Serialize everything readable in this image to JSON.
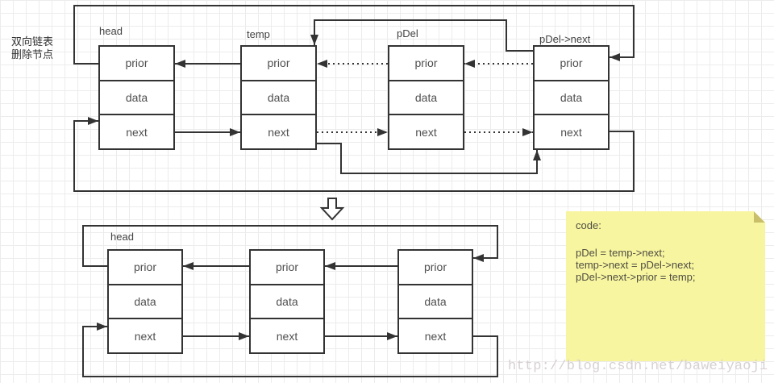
{
  "diagram_title": {
    "line1": "双向链表",
    "line2": "删除节点"
  },
  "top_diagram": {
    "nodes": [
      {
        "label": "head",
        "fields": [
          "prior",
          "data",
          "next"
        ]
      },
      {
        "label": "temp",
        "fields": [
          "prior",
          "data",
          "next"
        ]
      },
      {
        "label": "pDel",
        "fields": [
          "prior",
          "data",
          "next"
        ]
      },
      {
        "label": "pDel->next",
        "fields": [
          "prior",
          "data",
          "next"
        ]
      }
    ],
    "edge_styles": {
      "old_pointer": "dotted",
      "new_pointer": "solid"
    }
  },
  "bottom_diagram": {
    "nodes": [
      {
        "label": "head",
        "fields": [
          "prior",
          "data",
          "next"
        ]
      },
      {
        "label": "",
        "fields": [
          "prior",
          "data",
          "next"
        ]
      },
      {
        "label": "",
        "fields": [
          "prior",
          "data",
          "next"
        ]
      }
    ]
  },
  "note": {
    "title": "code:",
    "code_lines": [
      "pDel = temp->next;",
      "temp->next = pDel->next;",
      "pDel->next->prior = temp;"
    ]
  },
  "watermark_text": "http://blog.csdn.net/baweiyaoji",
  "colors": {
    "line": "#333333",
    "box_background": "#ffffff",
    "grid": "#ececec",
    "field_text": "#4f4f4f",
    "note_background": "#f8f5a0",
    "note_fold": "#c9bf6a",
    "watermark": "#d6cfcf"
  }
}
